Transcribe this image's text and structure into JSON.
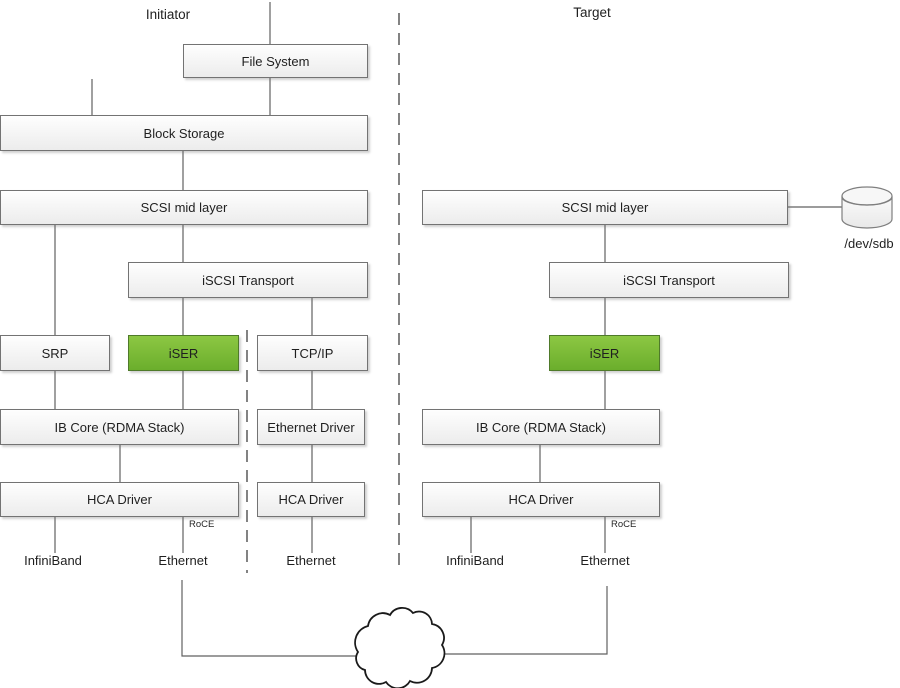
{
  "diagram": {
    "headers": {
      "initiator": "Initiator",
      "target": "Target"
    },
    "initiator": {
      "file_system": "File System",
      "block_storage": "Block Storage",
      "scsi_mid_layer": "SCSI mid layer",
      "iscsi_transport": "iSCSI Transport",
      "srp": "SRP",
      "iser": "iSER",
      "tcp_ip": "TCP/IP",
      "ib_core": "IB Core (RDMA Stack)",
      "ethernet_driver": "Ethernet Driver",
      "hca_driver": "HCA Driver",
      "hca_driver_eth": "HCA Driver",
      "roce": "RoCE",
      "infiniband": "InfiniBand",
      "ethernet": "Ethernet",
      "ethernet_tcp": "Ethernet"
    },
    "target": {
      "scsi_mid_layer": "SCSI mid layer",
      "iscsi_transport": "iSCSI Transport",
      "iser": "iSER",
      "ib_core": "IB Core (RDMA Stack)",
      "hca_driver": "HCA Driver",
      "roce": "RoCE",
      "infiniband": "InfiniBand",
      "ethernet": "Ethernet",
      "disk_label": "/dev/sdb"
    },
    "colors": {
      "accent_green_top": "#8cc743",
      "accent_green_bottom": "#6bae2c",
      "box_border": "#737373",
      "connector_line": "#616161",
      "dashed_line": "#404040"
    }
  }
}
